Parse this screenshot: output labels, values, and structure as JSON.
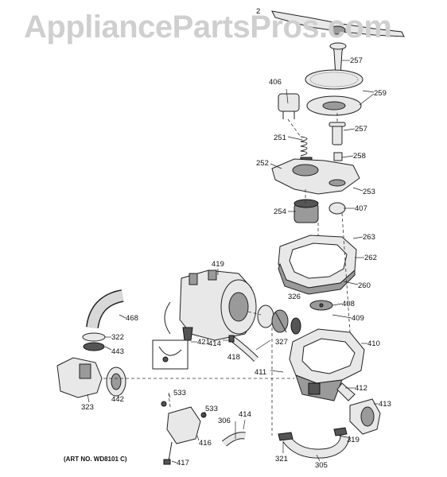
{
  "watermark": "AppliancePartsPros.com",
  "art_number": "(ART NO. WD8101 C)",
  "callouts": [
    {
      "id": "c2",
      "text": "2"
    },
    {
      "id": "c257a",
      "text": "257"
    },
    {
      "id": "c406",
      "text": "406"
    },
    {
      "id": "c259",
      "text": "259"
    },
    {
      "id": "c257b",
      "text": "257"
    },
    {
      "id": "c251",
      "text": "251"
    },
    {
      "id": "c258",
      "text": "258"
    },
    {
      "id": "c252",
      "text": "252"
    },
    {
      "id": "c253",
      "text": "253"
    },
    {
      "id": "c254",
      "text": "254"
    },
    {
      "id": "c407",
      "text": "407"
    },
    {
      "id": "c263",
      "text": "263"
    },
    {
      "id": "c262",
      "text": "262"
    },
    {
      "id": "c419",
      "text": "419"
    },
    {
      "id": "c260",
      "text": "260"
    },
    {
      "id": "c326",
      "text": "326"
    },
    {
      "id": "c408",
      "text": "408"
    },
    {
      "id": "c468",
      "text": "468"
    },
    {
      "id": "c409",
      "text": "409"
    },
    {
      "id": "c322",
      "text": "322"
    },
    {
      "id": "c421",
      "text": "421"
    },
    {
      "id": "c327",
      "text": "327"
    },
    {
      "id": "c410",
      "text": "410"
    },
    {
      "id": "c414a",
      "text": "414"
    },
    {
      "id": "c443",
      "text": "443"
    },
    {
      "id": "c418",
      "text": "418"
    },
    {
      "id": "c411",
      "text": "411"
    },
    {
      "id": "c412",
      "text": "412"
    },
    {
      "id": "c533a",
      "text": "533"
    },
    {
      "id": "c442",
      "text": "442"
    },
    {
      "id": "c413",
      "text": "413"
    },
    {
      "id": "c323",
      "text": "323"
    },
    {
      "id": "c533b",
      "text": "533"
    },
    {
      "id": "c414b",
      "text": "414"
    },
    {
      "id": "c306",
      "text": "306"
    },
    {
      "id": "c416",
      "text": "416"
    },
    {
      "id": "c319",
      "text": "319"
    },
    {
      "id": "c321",
      "text": "321"
    },
    {
      "id": "c305",
      "text": "305"
    },
    {
      "id": "c417",
      "text": "417"
    }
  ]
}
